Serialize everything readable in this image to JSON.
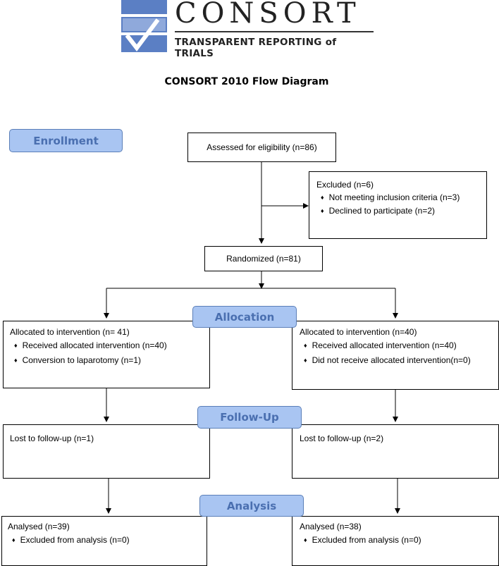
{
  "logo": {
    "word": "CONSORT",
    "tagline": "TRANSPARENT REPORTING of TRIALS"
  },
  "title": "CONSORT 2010 Flow Diagram",
  "stages": {
    "enrollment": "Enrollment",
    "allocation": "Allocation",
    "followup": "Follow-Up",
    "analysis": "Analysis"
  },
  "assessed": "Assessed for eligibility (n=86)",
  "excluded": {
    "title": "Excluded  (n=6)",
    "items": [
      "Not meeting inclusion criteria (n=3)",
      "Declined to participate (n=2)"
    ]
  },
  "randomized": "Randomized (n=81)",
  "left_arm": {
    "allocated": "Allocated to intervention (n= 41)",
    "allocated_items": [
      "Received allocated intervention (n=40)",
      "Conversion to laparotomy (n=1)"
    ],
    "followup": "Lost to follow-up (n=1)",
    "analysed": "Analysed  (n=39)",
    "analysed_items": [
      "Excluded from analysis (n=0)"
    ]
  },
  "right_arm": {
    "allocated": "Allocated to intervention (n=40)",
    "allocated_items": [
      "Received allocated intervention (n=40)",
      "Did not receive allocated intervention(n=0)"
    ],
    "followup": "Lost to follow-up (n=2)",
    "analysed": "Analysed  (n=38)",
    "analysed_items": [
      "Excluded from analysis (n=0)"
    ]
  },
  "colors": {
    "stage_fill": "#a9c5f2",
    "stage_text": "#4a6fb0",
    "logo_blue": "#5b7fc4"
  }
}
